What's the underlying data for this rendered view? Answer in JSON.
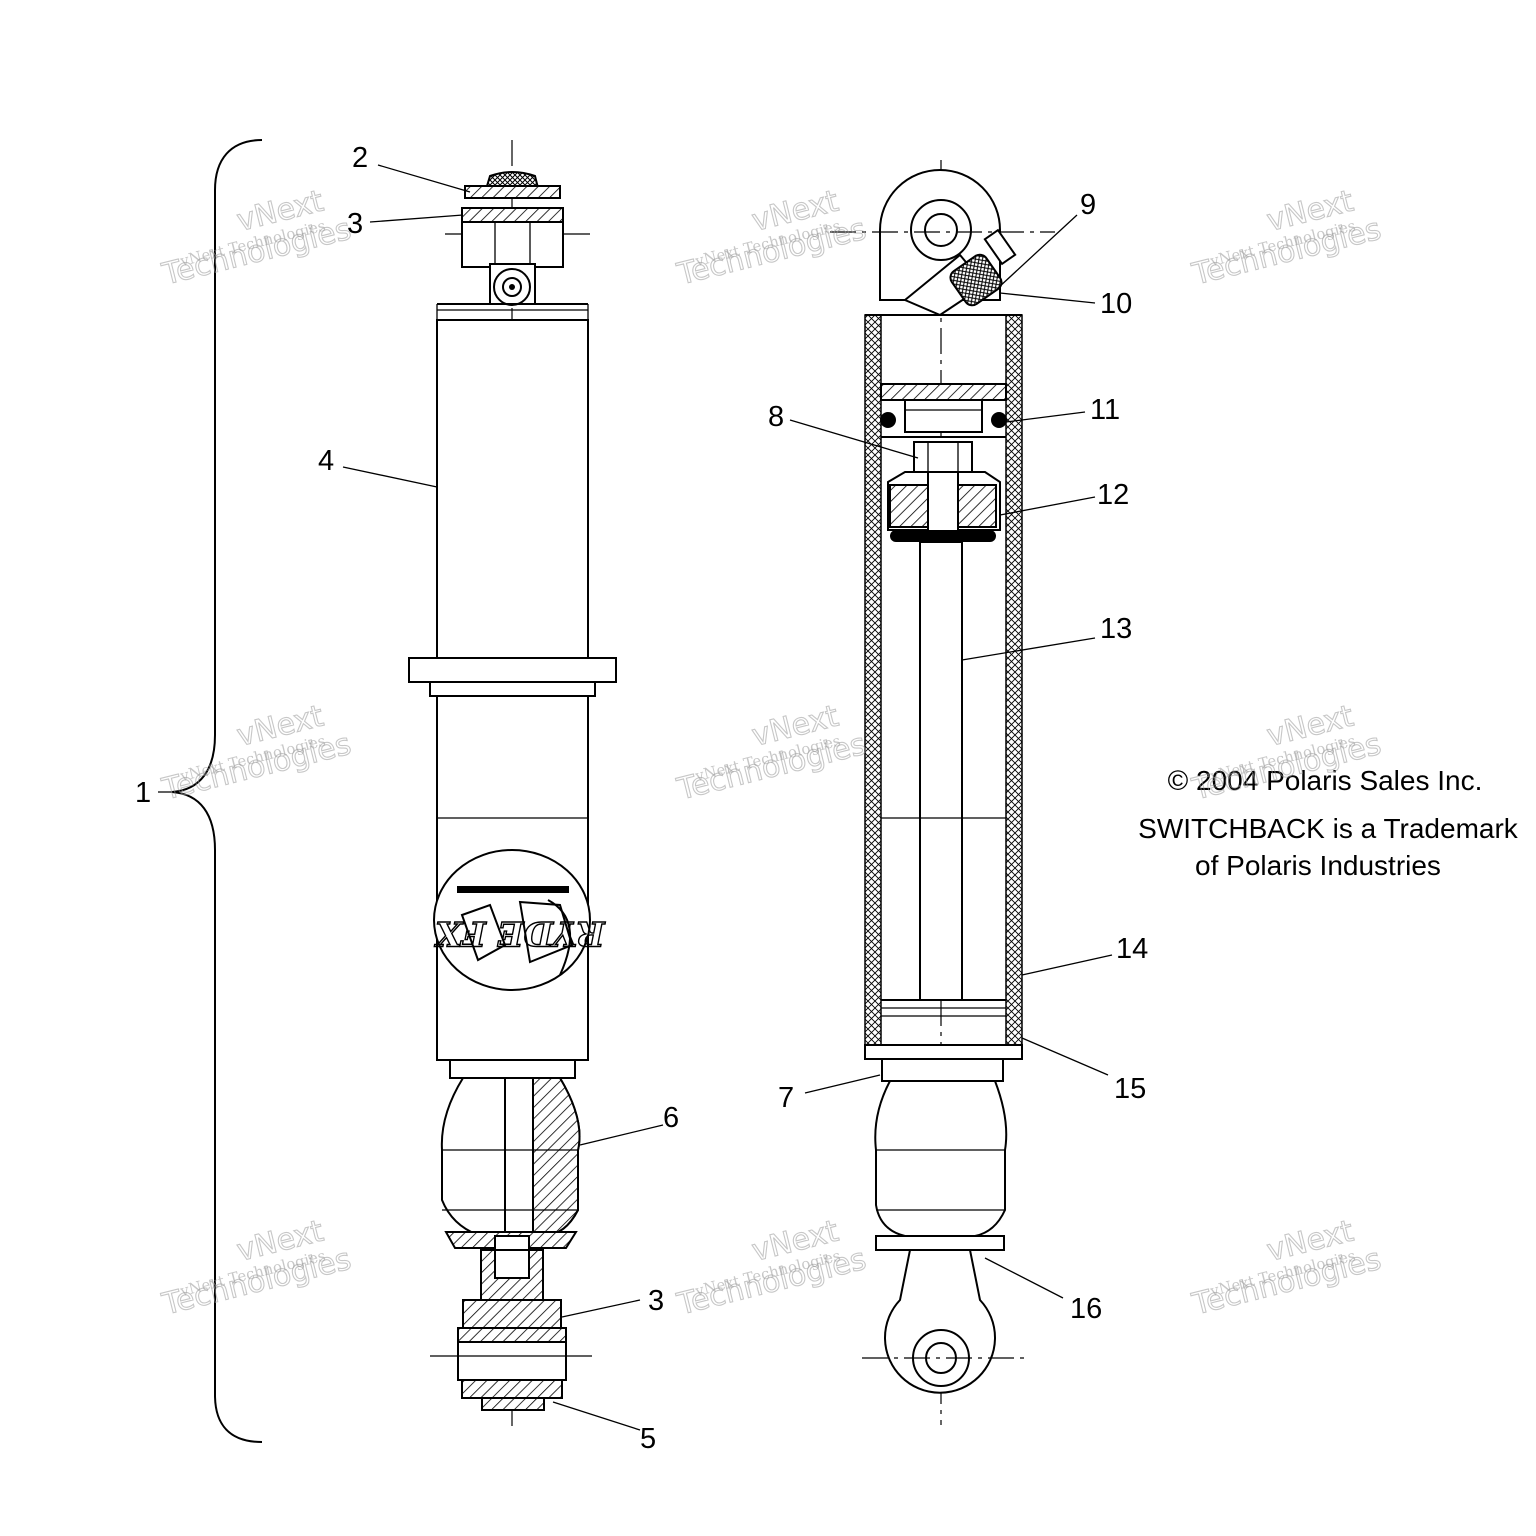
{
  "callouts": [
    {
      "id": "1",
      "text": "1"
    },
    {
      "id": "2",
      "text": "2"
    },
    {
      "id": "3a",
      "text": "3"
    },
    {
      "id": "4",
      "text": "4"
    },
    {
      "id": "3b",
      "text": "3"
    },
    {
      "id": "5",
      "text": "5"
    },
    {
      "id": "6",
      "text": "6"
    },
    {
      "id": "7",
      "text": "7"
    },
    {
      "id": "8",
      "text": "8"
    },
    {
      "id": "9",
      "text": "9"
    },
    {
      "id": "10",
      "text": "10"
    },
    {
      "id": "11",
      "text": "11"
    },
    {
      "id": "12",
      "text": "12"
    },
    {
      "id": "13",
      "text": "13"
    },
    {
      "id": "14",
      "text": "14"
    },
    {
      "id": "15",
      "text": "15"
    },
    {
      "id": "16",
      "text": "16"
    }
  ],
  "copyright": {
    "line1": "© 2004 Polaris Sales Inc.",
    "line2": "SWITCHBACK is a Trademark",
    "line3": "of Polaris Industries"
  },
  "watermark": {
    "line1": "vNext Technologies",
    "line2": "vNext",
    "line3": "Technologies"
  },
  "logo_text": "RYDE FX"
}
